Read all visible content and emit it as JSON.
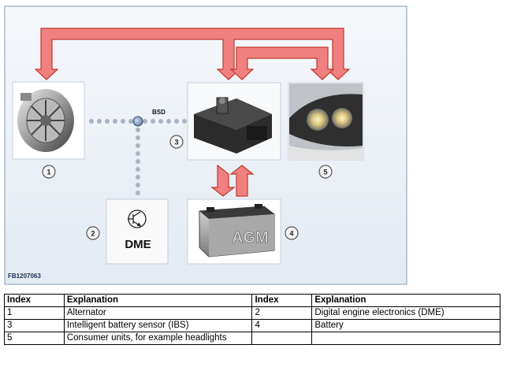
{
  "figure": {
    "code": "FB1207063",
    "bsd_label": "BSD",
    "dme_label": "DME",
    "battery_label": "AGM",
    "badges": [
      "1",
      "2",
      "3",
      "4",
      "5"
    ]
  },
  "legend": {
    "headers": [
      "Index",
      "Explanation",
      "Index",
      "Explanation"
    ],
    "rows": [
      [
        "1",
        "Alternator",
        "2",
        "Digital engine electronics (DME)"
      ],
      [
        "3",
        "Intelligent battery sensor (IBS)",
        "4",
        "Battery"
      ],
      [
        "5",
        "Consumer units, for example headlights",
        "",
        ""
      ]
    ]
  },
  "colors": {
    "arrow_fill": "#f08080",
    "arrow_stroke": "#c0392b",
    "panel_bg": "#e6edf5",
    "panel_border": "#a9b8c8",
    "dotted_line": "#a9b4c2"
  }
}
